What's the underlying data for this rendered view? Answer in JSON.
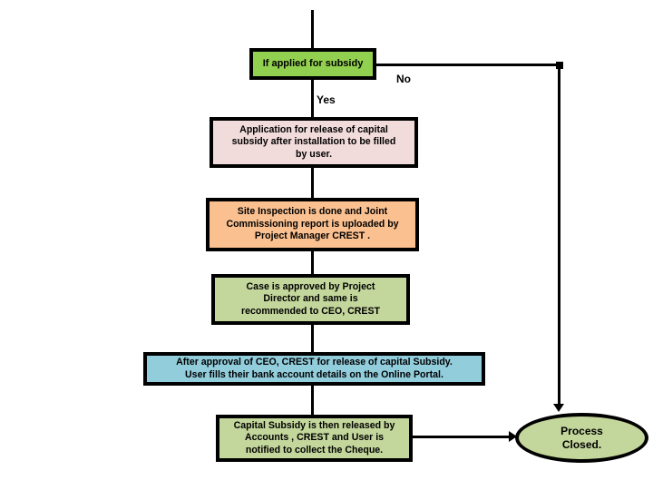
{
  "diagram": {
    "background_color": "#ffffff",
    "line_color": "#000000",
    "border_color": "#000000",
    "branch_labels": {
      "no": "No",
      "yes": "Yes"
    },
    "nodes": {
      "decision": {
        "label": "If applied for subsidy",
        "bg": "#92D050",
        "shape": "rectangle"
      },
      "application": {
        "label": "Application for release of capital\nsubsidy after installation to be filled\nby user.",
        "bg": "#F2DCDB",
        "shape": "rectangle"
      },
      "inspection": {
        "label": "Site Inspection is done and Joint\nCommissioning report is uploaded by\nProject Manager CREST .",
        "bg": "#FAC090",
        "shape": "rectangle"
      },
      "approval": {
        "label": "Case is approved by Project\nDirector and same is\nrecommended to CEO, CREST",
        "bg": "#C3D69B",
        "shape": "rectangle"
      },
      "bank_details": {
        "label": "After approval of CEO, CREST for release of capital Subsidy.\nUser fills their bank account details  on the  Online Portal.",
        "bg": "#92CDDC",
        "shape": "rectangle"
      },
      "release": {
        "label": "Capital Subsidy is then released by\nAccounts , CREST and User is\nnotified to collect the Cheque.",
        "bg": "#C3D69B",
        "shape": "rectangle"
      },
      "process_closed": {
        "label": "Process\nClosed.",
        "bg": "#C3D69B",
        "shape": "ellipse"
      }
    }
  }
}
